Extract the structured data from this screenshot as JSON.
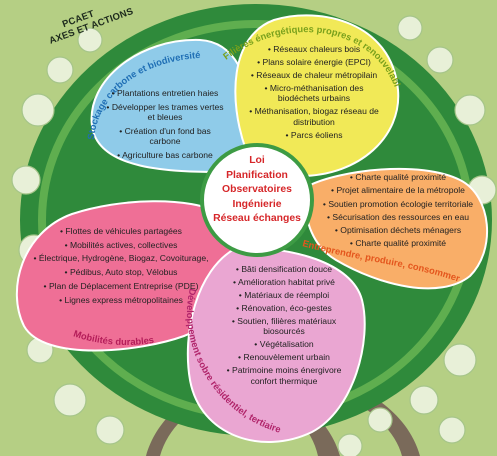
{
  "title": {
    "line1": "PCAET",
    "line2": "AXES ET ACTIONS"
  },
  "center": {
    "items": [
      "Loi",
      "Planification",
      "Observatoires",
      "Ingénierie",
      "Réseau échanges"
    ],
    "text_color": "#d6272a"
  },
  "petals": {
    "blue": {
      "title": "Stockage carbone et biodiversité",
      "color": "#8fcbe9",
      "title_color": "#1f6fb5",
      "items": [
        "Plantations entretien haies",
        "Développer les trames vertes et bleues",
        "Création d'un fond bas carbone",
        "Agriculture bas carbone"
      ]
    },
    "yellow": {
      "title": "Filières énergétiques propres et renouvelables",
      "color": "#f1e957",
      "title_color": "#7aa11c",
      "items": [
        "Réseaux chaleurs bois",
        "Plans solaire énergie (EPCI)",
        "Réseaux de chaleur métropilain",
        "Micro-méthanisation des biodéchets urbains",
        "Méthanisation, biogaz réseau de distribution",
        "Parcs éoliens"
      ]
    },
    "orange": {
      "title": "Entreprendre, produire, consommer",
      "color": "#f9ae68",
      "title_color": "#e4561d",
      "items": [
        "Charte qualité proximité",
        "Projet alimentaire de la métropole",
        "Soutien promotion écologie territoriale",
        "Sécurisation des ressources en eau",
        "Optimisation déchets ménagers",
        "Charte qualité proximité"
      ]
    },
    "pink": {
      "title": "Mobilités durables",
      "color": "#ef6f96",
      "title_color": "#b41d59",
      "items": [
        "Flottes de véhicules partagées",
        "Mobilités actives, collectives",
        "Électrique, Hydrogène, Biogaz, Covoiturage,",
        "Pédibus, Auto stop, Vélobus",
        "Plan de Déplacement Entreprise (PDE)",
        "Lignes express métropolitaines"
      ]
    },
    "magenta": {
      "title": "Développement sobre résidentiel, tertiaire",
      "color": "#eaa6d2",
      "title_color": "#b0246a",
      "items": [
        "Bâti densification douce",
        "Amélioration habitat privé",
        "Matériaux de réemploi",
        "Rénovation, éco-gestes",
        "Soutien, filières matériaux biosourcés",
        "Végétalisation",
        "Renouvèlement urbain",
        "Patrimoine moins énergivore confort thermique"
      ]
    }
  },
  "colors": {
    "background": "#b5cf84",
    "tree_dark": "#2f8a3b",
    "tree_ring": "#5fae4f",
    "trunk": "#7a6a5a"
  }
}
